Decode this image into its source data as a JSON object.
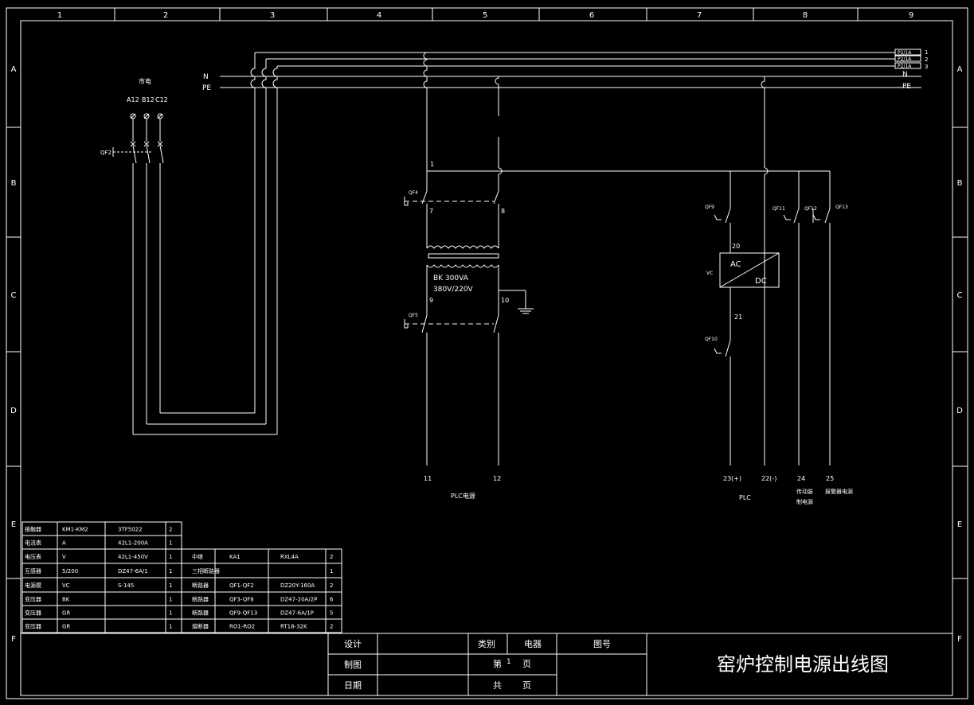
{
  "frame": {
    "columns": [
      "1",
      "2",
      "3",
      "4",
      "5",
      "6",
      "7",
      "8",
      "9"
    ],
    "rows": [
      "A",
      "B",
      "C",
      "D",
      "E",
      "F"
    ]
  },
  "mains": {
    "title": "市电",
    "phases": [
      "A12",
      "B12",
      "C12"
    ],
    "breaker": "QF2"
  },
  "buses": {
    "N_left": "N",
    "PE_left": "PE",
    "N_right": "N",
    "PE_right": "PE",
    "fuses": [
      {
        "label": "P2/1A",
        "num": "1"
      },
      {
        "label": "P2/1A",
        "num": "2"
      },
      {
        "label": "P2/1A",
        "num": "3"
      }
    ]
  },
  "plc_power": {
    "node1": "1",
    "breaker_in": "QF4",
    "wire7": "7",
    "wire8": "8",
    "transformer_model": "BK 300VA",
    "transformer_ratio": "380V/220V",
    "wire9": "9",
    "wire10": "10",
    "breaker_out": "QF5",
    "out11": "11",
    "out12": "12",
    "caption": "PLC电源"
  },
  "dc_power": {
    "qf9": "QF9",
    "qf11": "QF11",
    "qf12": "QF12",
    "qf13": "QF13",
    "w20": "20",
    "w21": "21",
    "vc_label": "VC",
    "ac": "AC",
    "dc": "DC",
    "qf10": "QF10",
    "out23": "23(+)",
    "out22": "22(-)",
    "out24": "24",
    "out25": "25",
    "caption_plc": "PLC",
    "caption_24a": "传动装",
    "caption_24b": "制电源",
    "caption_25": "报警器电源"
  },
  "bom_left": [
    [
      "接触器",
      "KM1-KM2",
      "3TF5022",
      "2"
    ],
    [
      "电流表",
      "A",
      "42L1-200A",
      "1"
    ],
    [
      "电压表",
      "V",
      "42L1-450V",
      "1"
    ],
    [
      "互感器",
      "5/200",
      "DZ47-6A/1",
      "1"
    ],
    [
      "电源模",
      "VC",
      "S-145",
      "1"
    ],
    [
      "变压器",
      "BK",
      "",
      "1"
    ],
    [
      "变压器",
      "GR",
      "",
      "1"
    ],
    [
      "变压器",
      "GR",
      "",
      "1"
    ]
  ],
  "bom_right": [
    [
      "中继",
      "KA1",
      "RXL4A",
      "2"
    ],
    [
      "三相断路器",
      "",
      "",
      "1"
    ],
    [
      "断路器",
      "QF1-QF2",
      "DZ20Y-160A",
      "2"
    ],
    [
      "断路器",
      "QF3-QF8",
      "DZ47-20A/2P",
      "6"
    ],
    [
      "断路器",
      "QF9-QF13",
      "DZ47-6A/1P",
      "5"
    ],
    [
      "熔断器",
      "RO1-RO2",
      "RT18-32K",
      "2"
    ]
  ],
  "title_block": {
    "design": "设计",
    "drawing": "制图",
    "date": "日期",
    "category_label": "类别",
    "category_value": "电器",
    "drawing_no": "图号",
    "page_prefix": "第",
    "page_num": "1",
    "page_suffix": "页",
    "total_prefix": "共",
    "total_suffix": "页",
    "title": "窑炉控制电源出线图"
  }
}
